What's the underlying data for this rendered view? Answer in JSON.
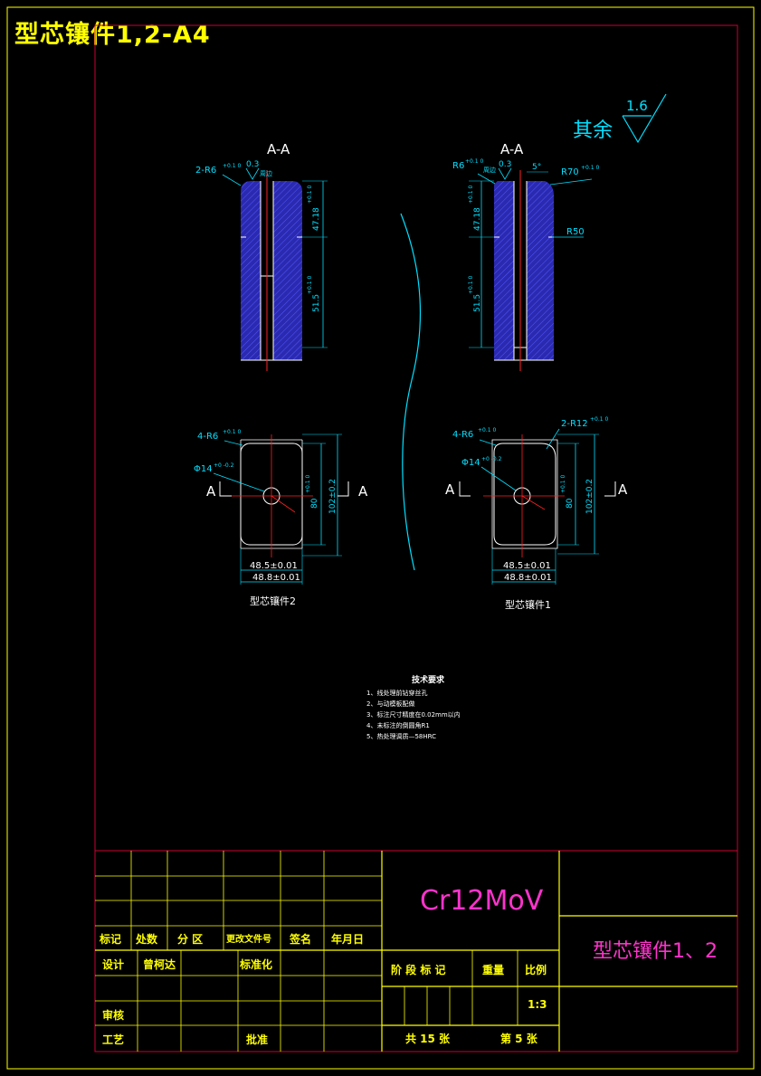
{
  "title": "型芯镶件1,2-A4",
  "roughness": {
    "label": "其余",
    "value": "1.6"
  },
  "left_part": {
    "section_label": "A-A",
    "fillet_top": "2-R6",
    "fillet_tol": "+0.1 0",
    "roughness_value": "0.3",
    "surround": "周边",
    "dim_upper": "47.18",
    "dim_upper_tol": "+0.1 0",
    "dim_lower": "51.5",
    "dim_lower_tol": "+0.1 0",
    "plan_fillet": "4-R6",
    "hole": "Φ14",
    "hole_tol": "+0 -0.2",
    "dim_inner_h": "80",
    "dim_inner_h_tol": "+0.1 0",
    "dim_outer_h": "102±0.2",
    "dim_inner_w": "48.5±0.01",
    "dim_outer_w": "48.8±0.01",
    "cut_a": "A",
    "name": "型芯镶件2"
  },
  "right_part": {
    "section_label": "A-A",
    "fillet_top": "R6",
    "fillet_tol": "+0.1 0",
    "surround": "周边",
    "roughness_value": "0.3",
    "angle": "5°",
    "fillet_r70": "R70",
    "fillet_r70_tol": "+0.1 0",
    "r50": "R50",
    "dim_upper": "47.18",
    "dim_upper_tol": "+0.1 0",
    "dim_lower": "51.5",
    "dim_lower_tol": "+0.1 0",
    "plan_fillet": "4-R6",
    "plan_fillet2": "2-R12",
    "plan_fillet2_tol": "+0.1 0",
    "hole": "Φ14",
    "hole_tol": "+0 -0.2",
    "dim_inner_h": "80",
    "dim_inner_h_tol": "+0.1 0",
    "dim_outer_h": "102±0.2",
    "dim_inner_w": "48.5±0.01",
    "dim_outer_w": "48.8±0.01",
    "cut_a": "A",
    "name": "型芯镶件1"
  },
  "notes": {
    "heading": "技术要求",
    "items": [
      "1、线处理前钻穿丝孔",
      "2、与动模板配做",
      "3、标注尺寸精度在0.02mm以内",
      "4、未标注的倒圆角R1",
      "5、热处理调质—58HRC"
    ]
  },
  "title_block": {
    "material": "Cr12MoV",
    "part_name": "型芯镶件1、2",
    "row_labels": [
      "标记",
      "处数",
      "分 区",
      "更改文件号",
      "签名",
      "年月日"
    ],
    "design_label": "设计",
    "designer": "曾柯达",
    "standard_label": "标准化",
    "review_label": "审核",
    "process_label": "工艺",
    "approve_label": "批准",
    "stage_label": "阶 段 标 记",
    "weight_label": "重量",
    "scale_label": "比例",
    "scale_value": "1:3",
    "total_sheets": "共 15 张",
    "sheet_no": "第 5 张"
  },
  "colors": {
    "frame": "#ffff00",
    "inner_frame": "#cc0033",
    "dimension": "#00e0ff",
    "centerline": "#ff2020",
    "hatch": "#2a2ab0",
    "material_text": "#cc33cc"
  }
}
